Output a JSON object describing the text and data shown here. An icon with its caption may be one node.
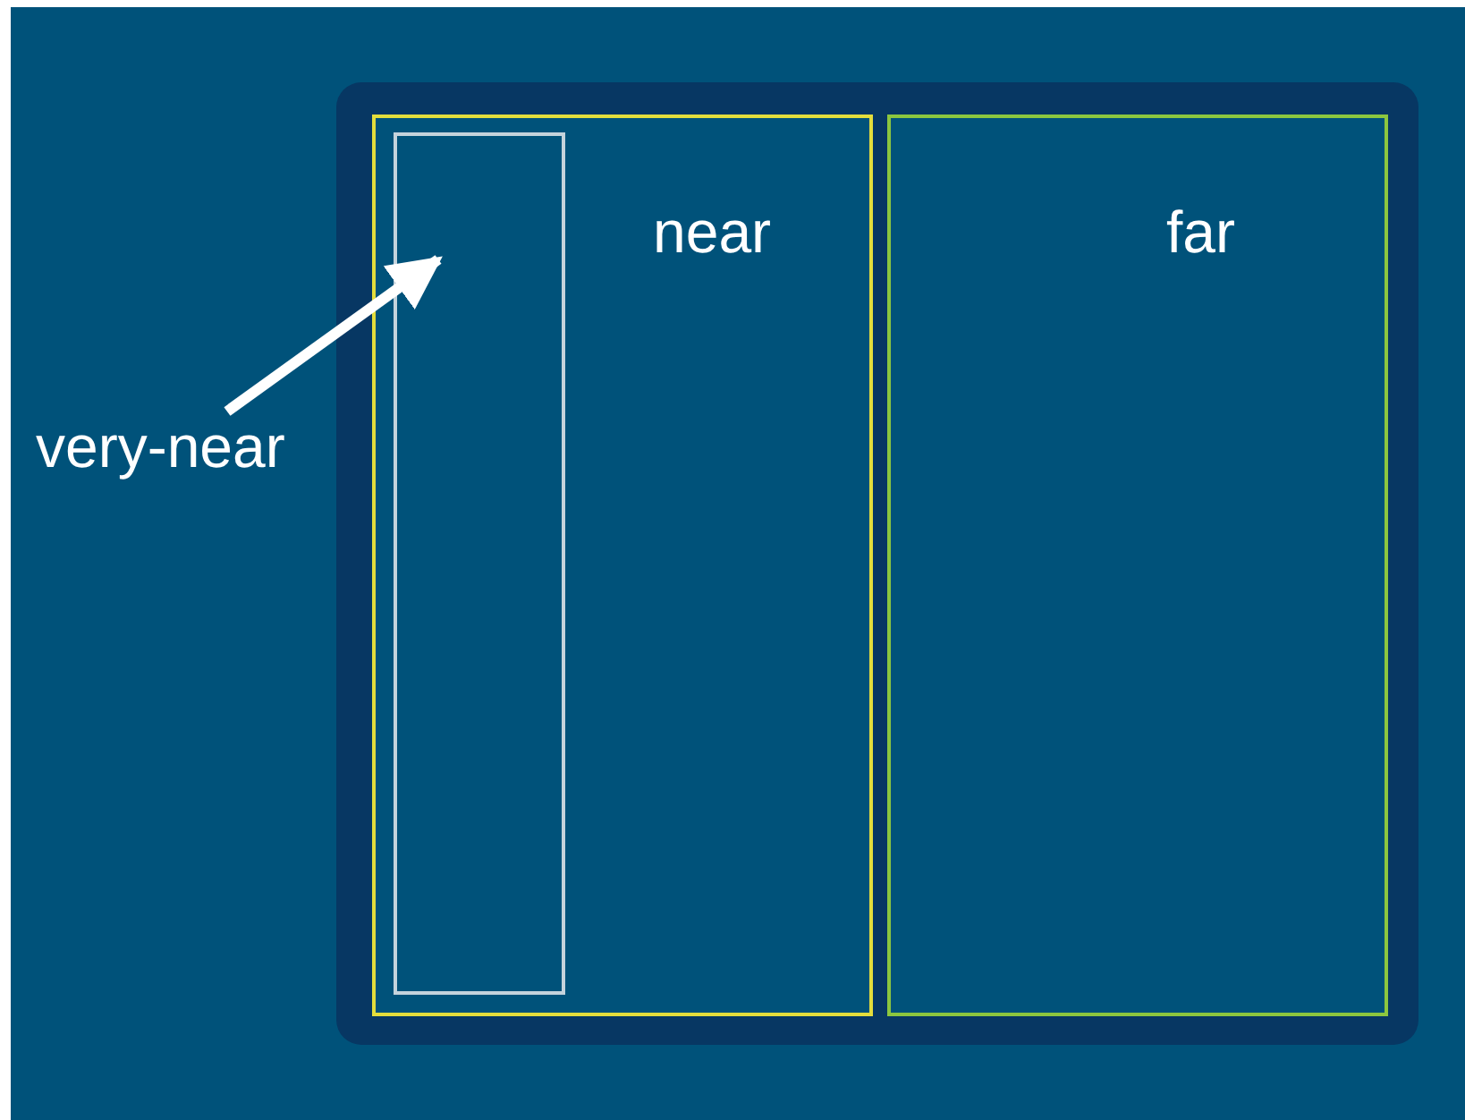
{
  "diagram": {
    "nodes": [
      {
        "text": [],
        "shape": "box"
      },
      {
        "text": [
          "near"
        ],
        "in": 0
      },
      {
        "text": [],
        "shape": "box",
        "in": 1
      },
      {
        "text": [
          "far"
        ],
        "in": 0
      },
      {
        "text": [
          "very-near"
        ]
      }
    ],
    "edges": [
      {
        "from": 4,
        "to": 2,
        "arrow": "to"
      }
    ]
  }
}
